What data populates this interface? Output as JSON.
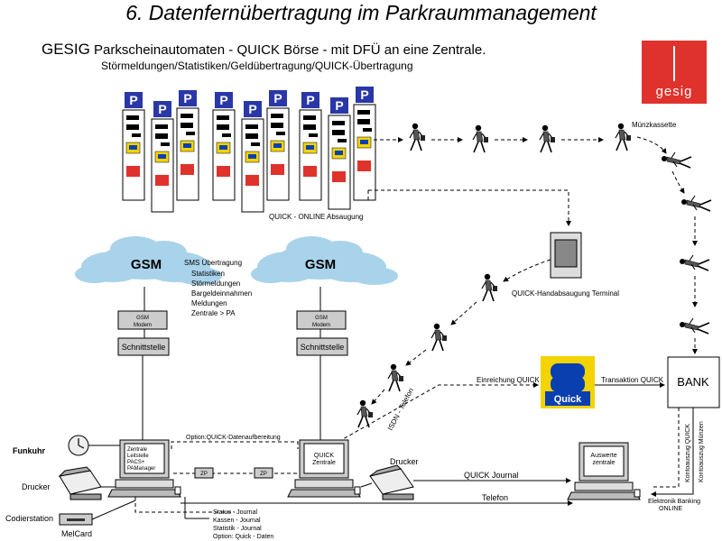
{
  "title": "6. Datenfernübertragung im Parkraummanagement",
  "subtitle": {
    "brand": "GESIG",
    "line1": "Parkscheinautomaten - QUICK Börse - mit DFÜ an eine Zentrale.",
    "line2": "Störmeldungen/Statistiken/Geldübertragung/QUICK-Übertragung"
  },
  "logo": {
    "text": "gesig",
    "bg": "#e0322d"
  },
  "parking_sign": "P",
  "labels": {
    "muenzkassette": "Münzkassette",
    "quick_online": "QUICK - ONLINE Absaugung",
    "gsm": "GSM",
    "sms_title": "SMS Übertragung",
    "sms_items": [
      "Statistiken",
      "Störmeldungen",
      "Bargeldeinnahmen",
      "Meldungen",
      "Zentrale > PA"
    ],
    "gsm_modem_1": "GSM",
    "gsm_modem_2": "Modem",
    "schnittstelle": "Schnittstelle",
    "terminal": "QUICK-Handabsaugung Terminal",
    "einreichung": "Einreichung QUICK",
    "transaktion": "Transaktion QUICK",
    "quick_logo": "Quick",
    "bank": "BANK",
    "isdn": "ISDN - Telefon",
    "kontoauszug_quick": "Kontoauszug QUICK",
    "kontoauszug_muenzen": "Kontoauszug Münzen",
    "elektronik_banking_1": "Elektronik Banking",
    "elektronik_banking_2": "ONLINE",
    "funkuhr": "Funkuhr",
    "drucker_left": "Drucker",
    "codierstation": "Codierstation",
    "melcard": "MelCard",
    "option_quick": "Option:QUICK-Datenaufbereitung",
    "zentrale_screen": [
      "Zentrale",
      "Leitstelle",
      "PACS+",
      "PAManager"
    ],
    "quick_zentrale_screen": [
      "QUICK",
      "Zentrale"
    ],
    "drucker_mid": "Drucker",
    "auswerte_screen": [
      "Auswerte",
      "zentrale"
    ],
    "quick_journal": "QUICK Journal",
    "telefon": "Telefon",
    "zp": "ZP",
    "journal_list": [
      "Status - Journal",
      "Kassen - Journal",
      "Statistik - Journal",
      "Option: Quick - Daten"
    ]
  },
  "colors": {
    "quick_yellow": "#f3d300",
    "quick_blue": "#0a3fb0",
    "parking_blue": "#2a37a8",
    "cloud": "#a9d3ea"
  }
}
